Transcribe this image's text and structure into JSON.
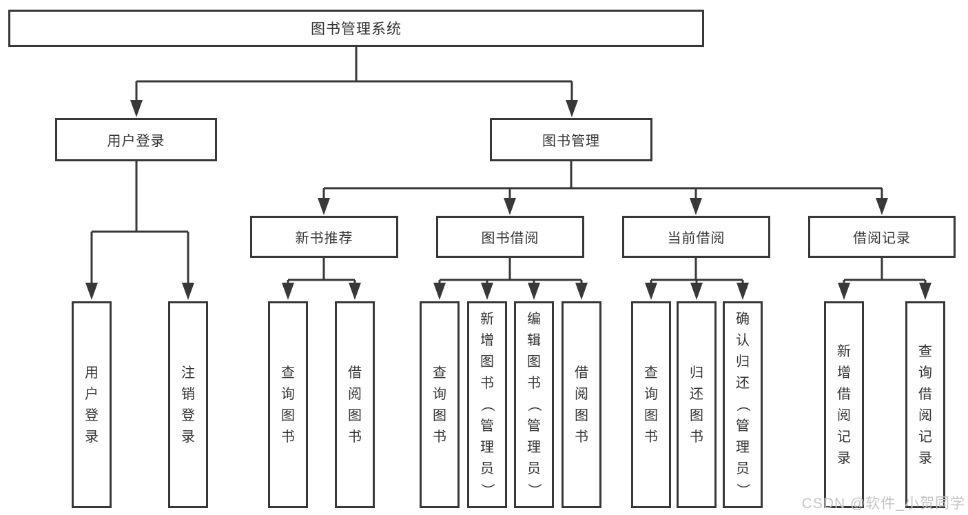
{
  "diagram_title": "图书管理系统",
  "tree": {
    "root": "图书管理系统",
    "branches": [
      {
        "label": "用户登录",
        "children": [
          "用户登录",
          "注销登录"
        ]
      },
      {
        "label": "图书管理",
        "children": [
          {
            "label": "新书推荐",
            "children": [
              "查询图书",
              "借阅图书"
            ]
          },
          {
            "label": "图书借阅",
            "children": [
              "查询图书",
              "新增图书（管理员）",
              "编辑图书（管理员）",
              "借阅图书"
            ]
          },
          {
            "label": "当前借阅",
            "children": [
              "查询图书",
              "归还图书",
              "确认归还（管理员）"
            ]
          },
          {
            "label": "借阅记录",
            "children": [
              "新增借阅记录",
              "查询借阅记录"
            ]
          }
        ]
      }
    ]
  },
  "watermark": {
    "text": "CSDN @软件_小贺同学"
  },
  "colors": {
    "line": "#383838",
    "box_border": "#383838",
    "text": "#333333",
    "background": "#ffffff",
    "watermark": "#c5c5c5"
  }
}
